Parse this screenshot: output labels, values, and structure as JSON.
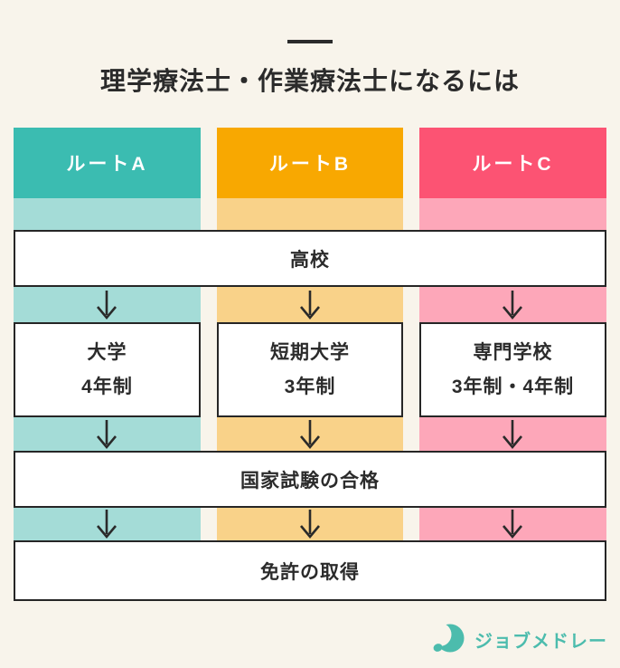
{
  "title": "理学療法士・作業療法士になるには",
  "routes": [
    {
      "label": "ルートA",
      "color": "#3bbcb1",
      "light_color": "#a4dcd7",
      "school": {
        "line1": "大学",
        "line2": "4年制"
      }
    },
    {
      "label": "ルートB",
      "color": "#f8a801",
      "light_color": "#f9d289",
      "school": {
        "line1": "短期大学",
        "line2": "3年制"
      }
    },
    {
      "label": "ルートC",
      "color": "#fc5373",
      "light_color": "#fda7b9",
      "school": {
        "line1": "専門学校",
        "line2": "3年制・4年制"
      }
    }
  ],
  "steps": {
    "highschool": "高校",
    "exam": "国家試験の合格",
    "license": "免許の取得"
  },
  "logo": {
    "text": "ジョブメドレー",
    "color": "#4cbcad",
    "icon": "crescent-moon-icon"
  },
  "colors": {
    "background": "#f8f4eb",
    "box_border": "#262626",
    "text": "#2b2b2b",
    "arrow": "#2a2a2a"
  }
}
